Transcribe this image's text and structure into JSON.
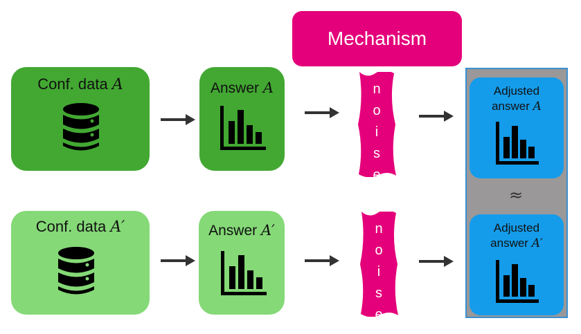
{
  "mechanism": {
    "title": "Mechanism"
  },
  "row_a": {
    "data_label": "Conf. data",
    "data_var": "A",
    "answer_label": "Answer",
    "answer_var": "A",
    "noise_letters": [
      "n",
      "o",
      "i",
      "s",
      "e"
    ],
    "adjusted_line1": "Adjusted",
    "adjusted_line2": "answer",
    "adjusted_var": "A"
  },
  "row_b": {
    "data_label": "Conf. data",
    "data_var": "A′",
    "answer_label": "Answer",
    "answer_var": "A′",
    "noise_letters": [
      "n",
      "o",
      "i",
      "s",
      "e"
    ],
    "adjusted_line1": "Adjusted",
    "adjusted_line2": "answer",
    "adjusted_var": "A′"
  },
  "approx_symbol": "≈",
  "colors": {
    "dark_green": "#42a832",
    "light_green": "#85d977",
    "magenta": "#e4007a",
    "blue": "#149ceb",
    "gray_panel": "#9a9898"
  },
  "icons": {
    "database": "database-icon",
    "chart": "bar-chart-icon",
    "arrow": "arrow-right-icon"
  }
}
